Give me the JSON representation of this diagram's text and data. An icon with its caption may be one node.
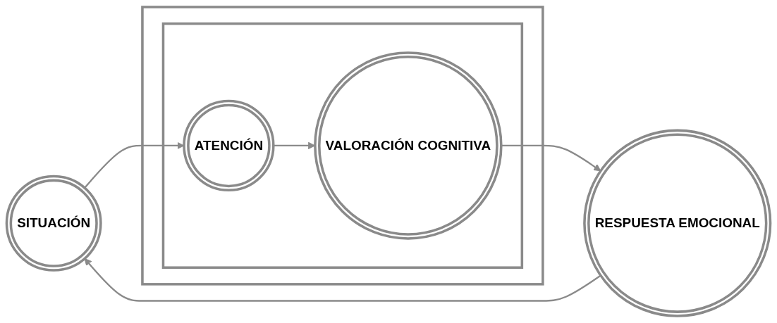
{
  "diagram": {
    "nodes": [
      {
        "text": [
          "SITUACIÓN"
        ]
      },
      {
        "text": [],
        "shape": "box"
      },
      {
        "text": [],
        "shape": "box",
        "in": 1
      },
      {
        "text": [
          "ATENCIÓN"
        ],
        "in": 2
      },
      {
        "text": [
          "VALORACIÓN COGNITIVA"
        ],
        "in": 2
      },
      {
        "text": [
          "RESPUESTA EMOCIONAL"
        ]
      }
    ],
    "edges": [
      {
        "from": 0,
        "to": 3,
        "arrow": "to"
      },
      {
        "from": 3,
        "to": 4,
        "arrow": "to"
      },
      {
        "from": 4,
        "to": 5,
        "arrow": "to"
      },
      {
        "from": 5,
        "to": 0,
        "arrow": "to"
      }
    ]
  }
}
